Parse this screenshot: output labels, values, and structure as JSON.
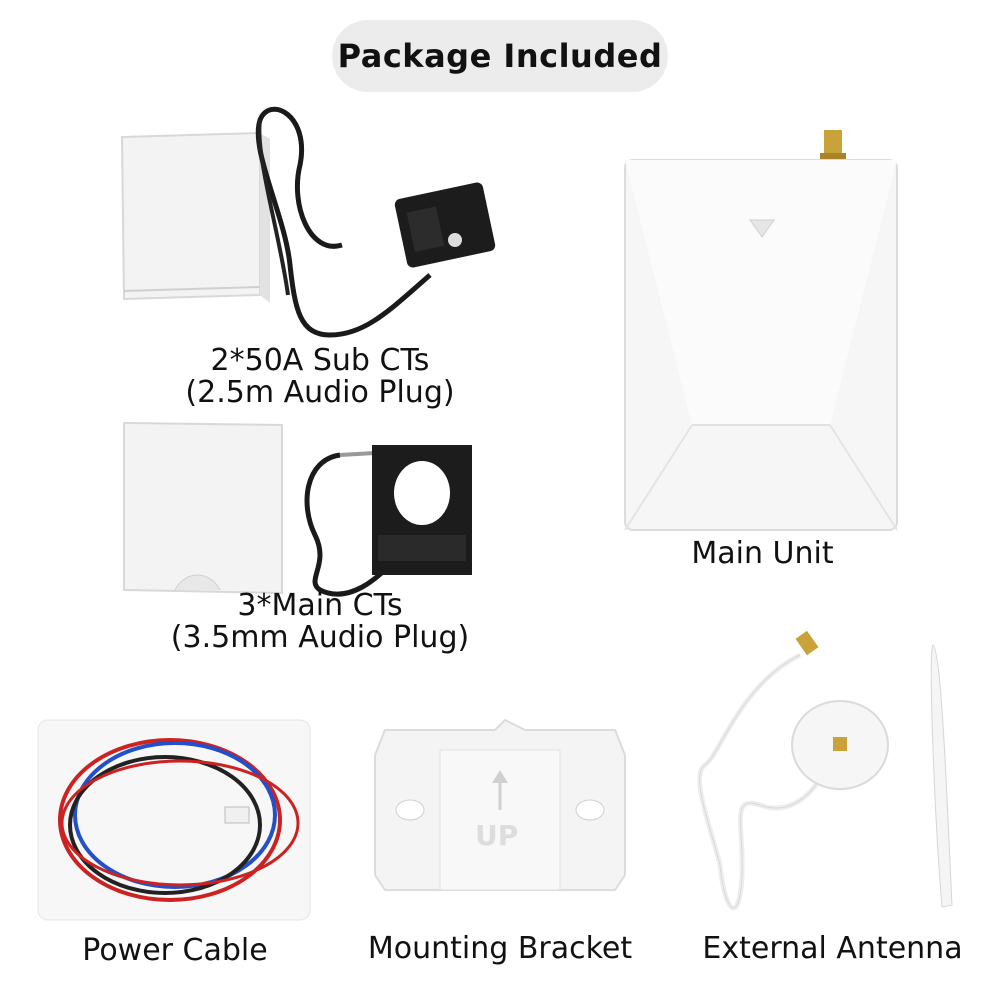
{
  "title": "Package Included",
  "items": [
    {
      "id": "sub-cts",
      "line1": "2*50A Sub CTs",
      "line2": "(2.5m Audio Plug)"
    },
    {
      "id": "main-cts",
      "line1": "3*Main CTs",
      "line2": "(3.5mm Audio Plug)"
    },
    {
      "id": "main-unit",
      "line1": "Main Unit"
    },
    {
      "id": "power-cable",
      "line1": "Power Cable"
    },
    {
      "id": "mounting-bracket",
      "line1": "Mounting Bracket"
    },
    {
      "id": "external-antenna",
      "line1": "External Antenna"
    }
  ],
  "bracket_embossed_text": "UP",
  "colors": {
    "title_background": "#ececec",
    "device_white": "#f4f4f4",
    "ct_black": "#1c1c1c",
    "antenna_gold": "#c9a23a"
  }
}
